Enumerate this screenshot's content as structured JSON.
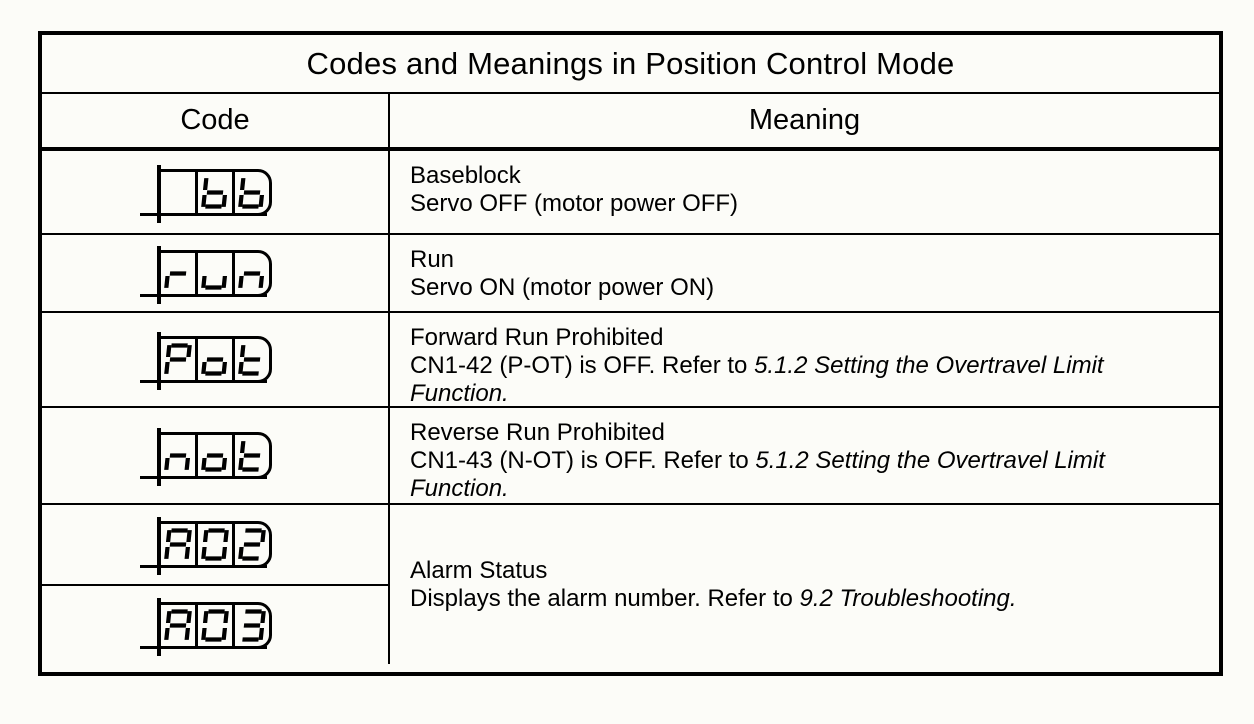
{
  "title": "Codes and Meanings in Position Control Mode",
  "header": {
    "code": "Code",
    "meaning": "Meaning"
  },
  "rows": [
    {
      "codes": [
        {
          "label": "bb",
          "chars": [
            " ",
            "b",
            "b"
          ]
        }
      ],
      "meaning_lines": [
        [
          {
            "text": "Baseblock"
          }
        ],
        [
          {
            "text": "Servo OFF (motor power OFF)"
          }
        ]
      ]
    },
    {
      "codes": [
        {
          "label": "run",
          "chars": [
            "r",
            "u",
            "n"
          ]
        }
      ],
      "meaning_lines": [
        [
          {
            "text": "Run"
          }
        ],
        [
          {
            "text": "Servo ON (motor power ON)"
          }
        ]
      ]
    },
    {
      "codes": [
        {
          "label": "Pot",
          "chars": [
            "P",
            "o",
            "t"
          ]
        }
      ],
      "meaning_lines": [
        [
          {
            "text": "Forward Run Prohibited"
          }
        ],
        [
          {
            "text": "CN1-42 (P-OT) is OFF. Refer to "
          },
          {
            "text": "5.1.2 Setting the Overtravel Limit",
            "italic": true
          }
        ],
        [
          {
            "text": "Function.",
            "italic": true
          }
        ]
      ]
    },
    {
      "codes": [
        {
          "label": "not",
          "chars": [
            "n",
            "o",
            "t"
          ]
        }
      ],
      "meaning_lines": [
        [
          {
            "text": "Reverse Run Prohibited"
          }
        ],
        [
          {
            "text": "CN1-43 (N-OT) is OFF. Refer to "
          },
          {
            "text": "5.1.2 Setting the Overtravel Limit",
            "italic": true
          }
        ],
        [
          {
            "text": "Function.",
            "italic": true
          }
        ]
      ]
    },
    {
      "codes": [
        {
          "label": "A02",
          "chars": [
            "A",
            "0",
            "2"
          ]
        },
        {
          "label": "A03",
          "chars": [
            "A",
            "0",
            "3"
          ]
        }
      ],
      "meaning_lines": [
        [
          {
            "text": "Alarm Status"
          }
        ],
        [
          {
            "text": "Displays the alarm number. Refer to "
          },
          {
            "text": "9.2 Troubleshooting.",
            "italic": true
          }
        ]
      ]
    }
  ],
  "colors": {
    "ink": "#000000",
    "paper": "#fcfcf8"
  }
}
